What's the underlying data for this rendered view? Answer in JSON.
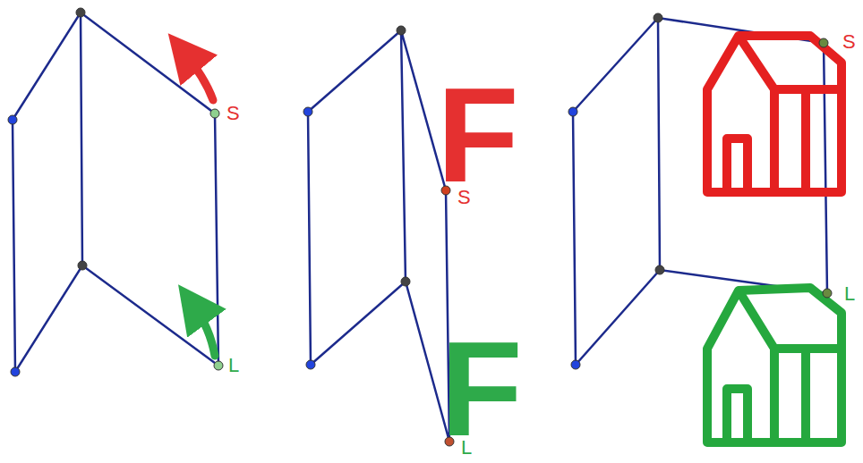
{
  "diagram": {
    "labels": [
      "S",
      "L",
      "F",
      "S",
      "F",
      "L",
      "S",
      "L"
    ]
  }
}
